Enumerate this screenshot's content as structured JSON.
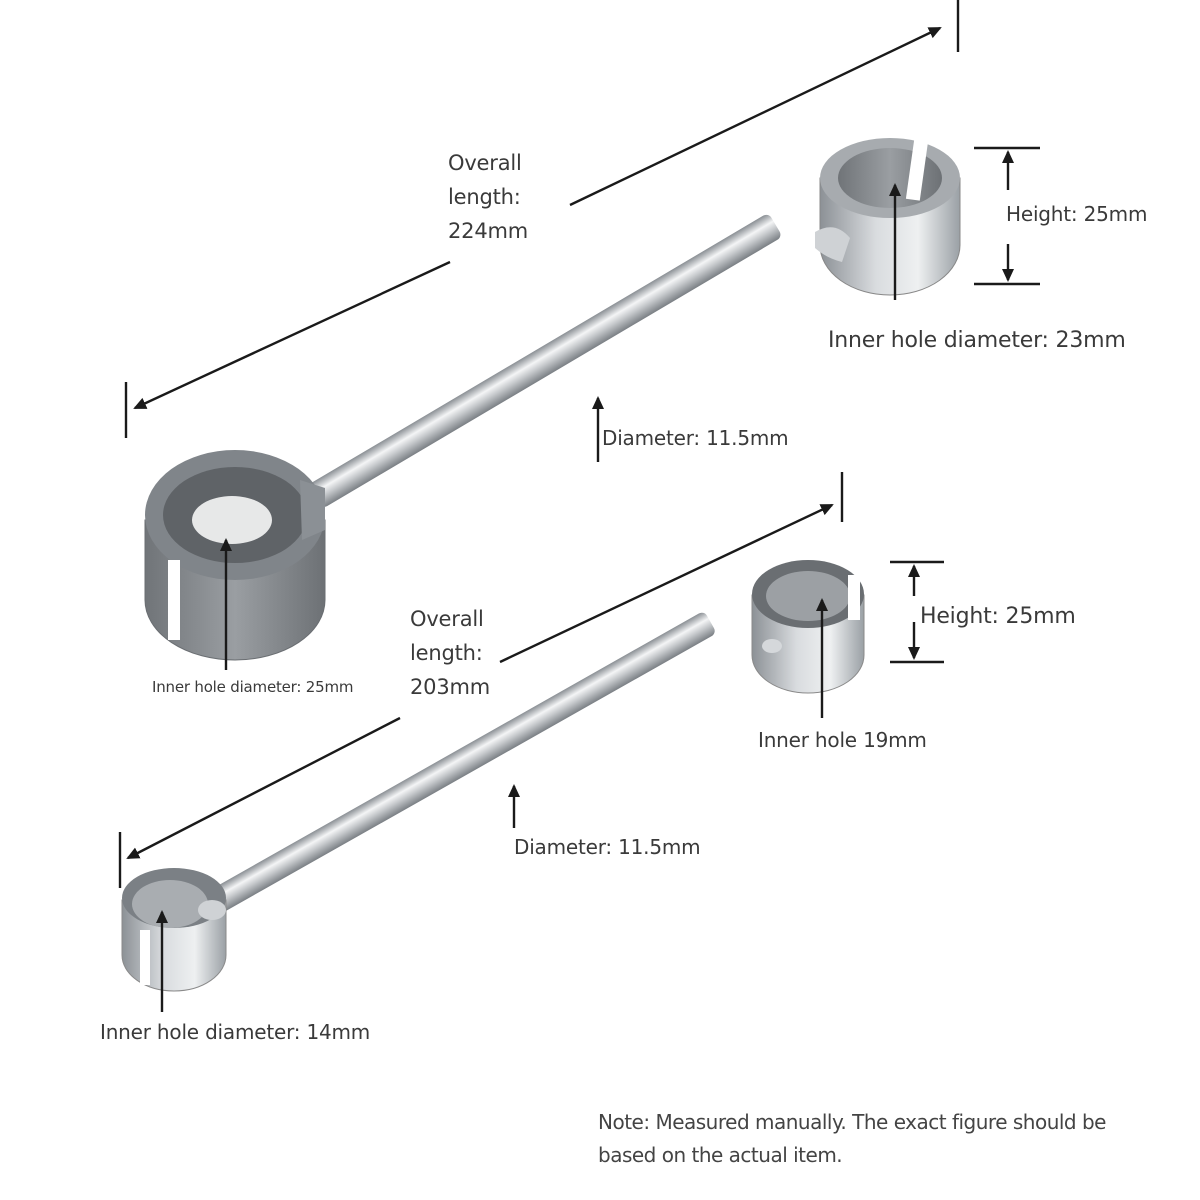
{
  "top_part": {
    "overall_length": [
      "Overall",
      "length:",
      "224mm"
    ],
    "height": "Height: 25mm",
    "inner_hole_right": "Inner hole diameter: 23mm",
    "rod_diameter": "Diameter: 11.5mm",
    "inner_hole_left": "Inner hole diameter: 25mm"
  },
  "bottom_part": {
    "overall_length": [
      "Overall",
      "length:",
      "203mm"
    ],
    "height": "Height: 25mm",
    "inner_hole_right": "Inner hole 19mm",
    "rod_diameter": "Diameter: 11.5mm",
    "inner_hole_left": "Inner hole diameter: 14mm"
  },
  "note": [
    "Note: Measured manually. The exact figure should be",
    "based on the actual item."
  ],
  "colors": {
    "metal_light": "#e6e8ea",
    "metal_mid": "#b9bdc1",
    "metal_dark": "#7d8287",
    "hole_inner": "#6f7377",
    "annotation": "#1a1a1a"
  }
}
